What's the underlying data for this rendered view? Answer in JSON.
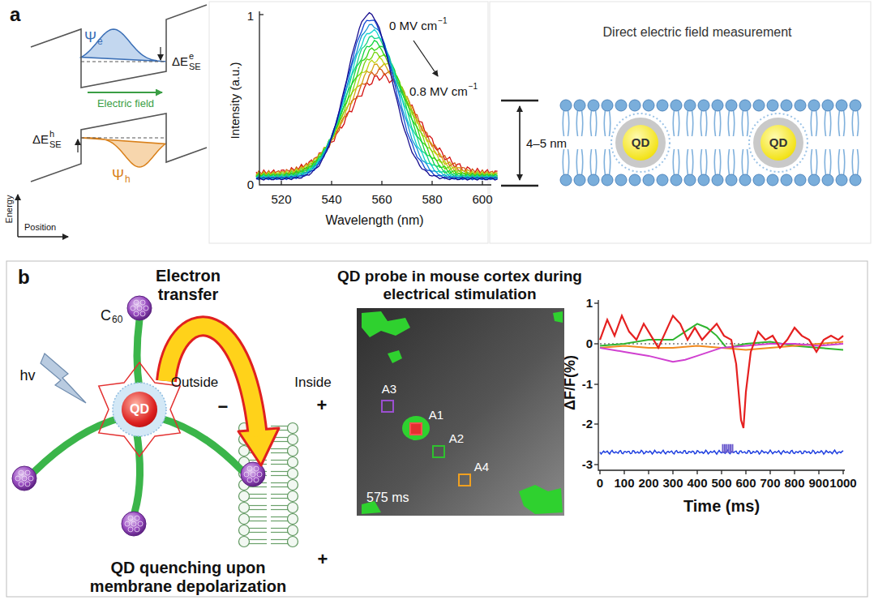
{
  "diagram": {
    "nodes": [
      {
        "text": [
          "QD"
        ]
      },
      {
        "text": [
          "QD"
        ]
      },
      {
        "text": [
          "QD"
        ]
      }
    ],
    "labels": [
      "a",
      "Ψ",
      "e",
      "ΔE",
      "e",
      "SE",
      "Electric field",
      "ΔE",
      "h",
      "SE",
      "Ψ",
      "h",
      "Energy",
      "Position",
      "1",
      "0",
      "Intensity (a.u.)",
      "0 MV cm",
      "−1",
      "0.8 MV cm",
      "−1",
      "520",
      "540",
      "560",
      "580",
      "600",
      "Wavelength (nm)",
      "Direct electric field measurement",
      "4–5 nm",
      "b",
      "hv",
      "C",
      "60",
      "Electron transfer",
      "Outside",
      "Inside",
      "−",
      "+",
      "+",
      "QD quenching upon membrane depolarization",
      "QD probe in mouse cortex during electrical stimulation",
      "A3",
      "A1",
      "A2",
      "A4",
      "575 ms",
      "1",
      "0",
      "-1",
      "-2",
      "-3",
      "ΔF/F(%)",
      "0",
      "100",
      "200",
      "300",
      "400",
      "500",
      "600",
      "700",
      "800",
      "900",
      "1000",
      "Time (ms)"
    ]
  }
}
